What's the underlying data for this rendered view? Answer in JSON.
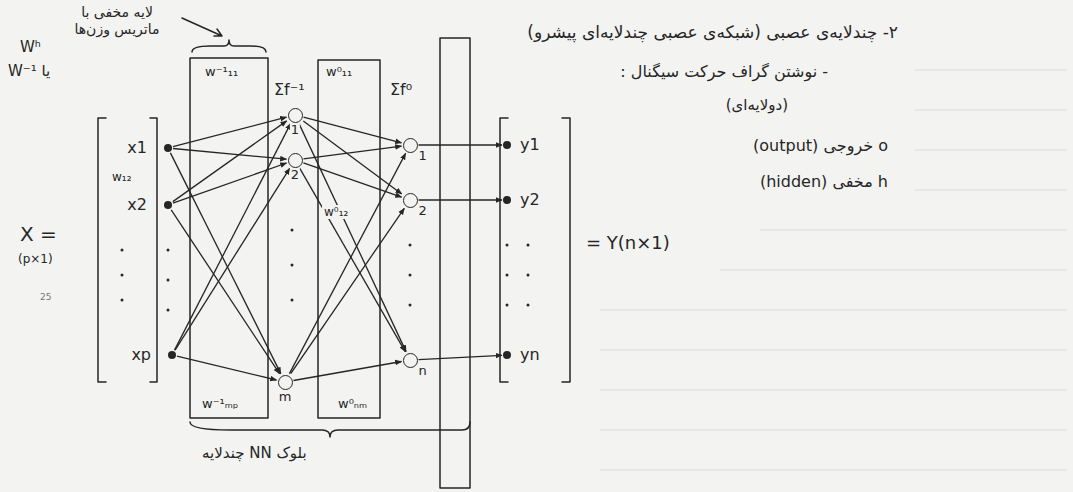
{
  "diagram": {
    "title": "۲- چندلایه‌ی عصبی (شبکه‌ی عصبی چندلایه‌ای پیشرو)",
    "nodes": [
      {
        "text": [
          "x1"
        ]
      },
      {
        "text": [
          "x2"
        ]
      },
      {
        "text": [
          "xp"
        ]
      },
      {
        "text": [
          "1"
        ]
      },
      {
        "text": [
          "2"
        ]
      },
      {
        "text": [
          "m"
        ]
      },
      {
        "text": [
          "1"
        ]
      },
      {
        "text": [
          "2"
        ]
      },
      {
        "text": [
          "n"
        ]
      },
      {
        "text": [
          "y1"
        ]
      },
      {
        "text": [
          "y2"
        ]
      },
      {
        "text": [
          "yn"
        ]
      }
    ],
    "edges": [
      {
        "from": 0,
        "to": 3,
        "arrow": "to"
      },
      {
        "from": 0,
        "to": 4,
        "arrow": "to"
      },
      {
        "from": 0,
        "to": 5,
        "arrow": "to"
      },
      {
        "from": 1,
        "to": 3,
        "arrow": "to"
      },
      {
        "from": 1,
        "to": 4,
        "arrow": "to"
      },
      {
        "from": 1,
        "to": 5,
        "arrow": "to"
      },
      {
        "from": 2,
        "to": 3,
        "arrow": "to"
      },
      {
        "from": 2,
        "to": 4,
        "arrow": "to"
      },
      {
        "from": 2,
        "to": 5,
        "arrow": "to"
      },
      {
        "from": 3,
        "to": 6,
        "arrow": "to"
      },
      {
        "from": 3,
        "to": 7,
        "arrow": "to"
      },
      {
        "from": 3,
        "to": 8,
        "arrow": "to"
      },
      {
        "from": 4,
        "to": 6,
        "arrow": "to"
      },
      {
        "from": 4,
        "to": 7,
        "arrow": "to"
      },
      {
        "from": 4,
        "to": 8,
        "arrow": "to"
      },
      {
        "from": 5,
        "to": 6,
        "arrow": "to"
      },
      {
        "from": 5,
        "to": 7,
        "arrow": "to"
      },
      {
        "from": 5,
        "to": 8,
        "arrow": "to"
      },
      {
        "from": 6,
        "to": 9,
        "arrow": "to"
      },
      {
        "from": 7,
        "to": 10,
        "arrow": "to"
      },
      {
        "from": 8,
        "to": 11,
        "arrow": "to"
      }
    ],
    "labels": [
      "لایه مخفی با ماتریس وزن‌ها",
      "Wʰ",
      "W⁻¹ یا",
      "X =",
      "(p×1)",
      "25",
      "w⁻¹₁₁",
      "w₁₂",
      "w⁻¹ₘₚ",
      "Σf⁻¹",
      "w⁰₁₁",
      "Σf⁰",
      "w⁰₁₂",
      "w⁰ₙₘ",
      "= Y(n×1)",
      "بلوک NN چندلایه",
      "- نوشتن گراف حرکت سیگنال :",
      "(دولایه‌ای)",
      "o خروجی (output)",
      "h مخفی (hidden)"
    ]
  }
}
